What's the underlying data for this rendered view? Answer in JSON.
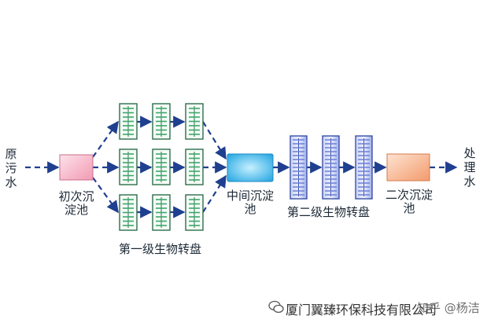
{
  "labels": {
    "raw_water": "原污水",
    "primary_clarifier": "初次沉淀池",
    "stage1": "第一级生物转盘",
    "intermediate_clarifier": "中间沉淀池",
    "stage2": "第二级生物转盘",
    "secondary_clarifier": "二次沉淀池",
    "treated_water": "处理水"
  },
  "watermark": {
    "company": "厦门翼臻环保科技有限公司",
    "site": "知乎 @杨洁"
  },
  "colors": {
    "arrow": "#1f3f8f",
    "primary_box": "#f6b8c9",
    "intermediate_box": "#39b6ea",
    "secondary_box": "#f7b48f",
    "stage1_disc": "#3aa86a",
    "stage2_disc": "#6d7fd6"
  }
}
